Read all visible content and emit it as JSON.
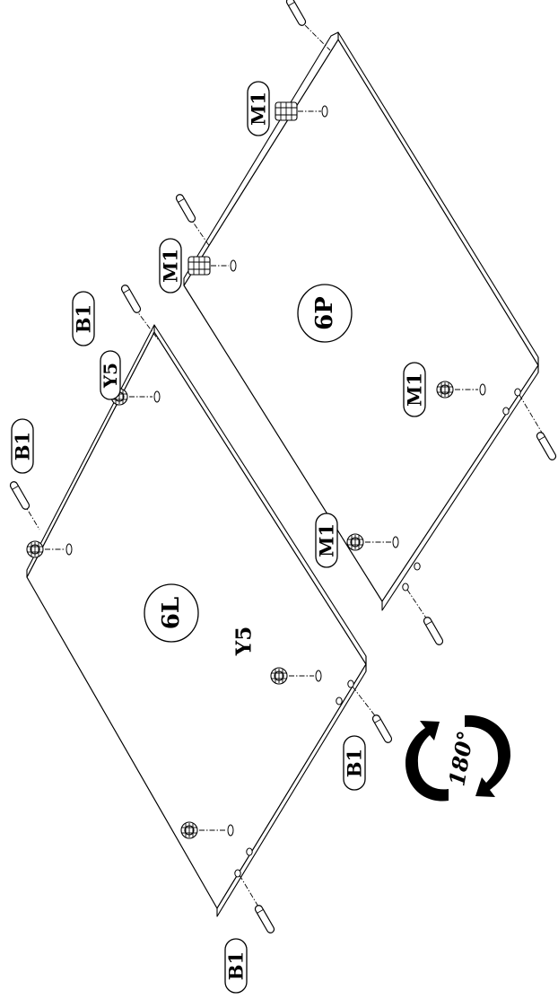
{
  "panels": {
    "left": {
      "label": "6L"
    },
    "right": {
      "label": "6P"
    }
  },
  "part_codes": {
    "b1": "B1",
    "y5": "Y5",
    "m1": "M1"
  },
  "rotation": {
    "label": "180°"
  }
}
